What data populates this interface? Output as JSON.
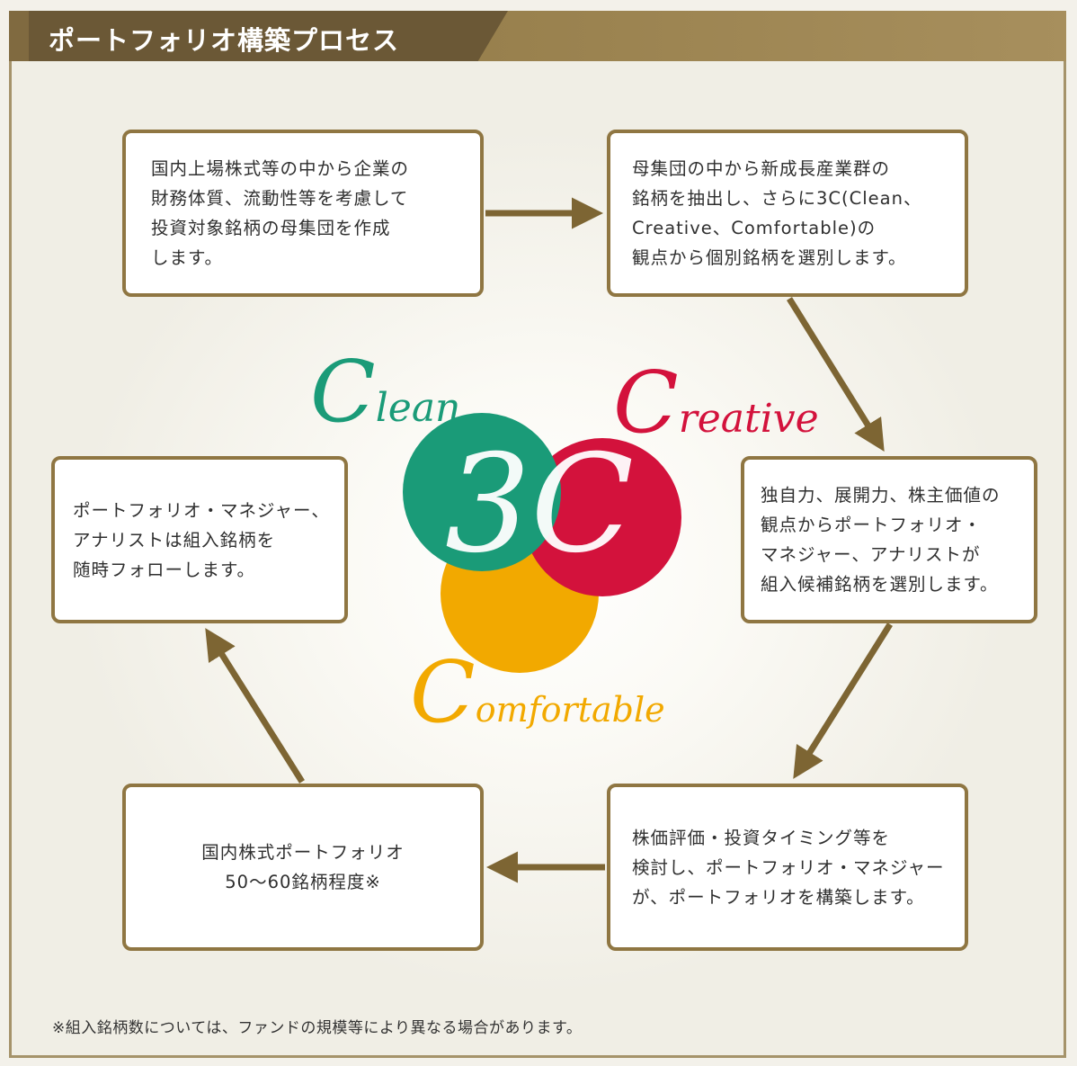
{
  "title": "ポートフォリオ構築プロセス",
  "steps": [
    {
      "lines": [
        "国内上場株式等の中から企業の",
        "財務体質、流動性等を考慮して",
        "投資対象銘柄の母集団を作成",
        "します。"
      ]
    },
    {
      "lines": [
        "母集団の中から新成長産業群の",
        "銘柄を抽出し、さらに3C(Clean、",
        "Creative、Comfortable)の",
        "観点から個別銘柄を選別します。"
      ]
    },
    {
      "lines": [
        "独自力、展開力、株主価値の",
        "観点からポートフォリオ・",
        "マネジャー、アナリストが",
        "組入候補銘柄を選別します。"
      ]
    },
    {
      "lines": [
        "株価評価・投資タイミング等を",
        "検討し、ポートフォリオ・マネジャー",
        "が、ポートフォリオを構築します。"
      ]
    },
    {
      "lines": [
        "国内株式ポートフォリオ",
        "50〜60銘柄程度※"
      ]
    },
    {
      "lines": [
        "ポートフォリオ・マネジャー、",
        "アナリストは組入銘柄を",
        "随時フォローします。"
      ]
    }
  ],
  "logo": {
    "center": "3C",
    "clean": {
      "initial": "C",
      "rest": "lean",
      "color": "#1a9b78"
    },
    "creative": {
      "initial": "C",
      "rest": "reative",
      "color": "#d3123c"
    },
    "comfortable": {
      "initial": "C",
      "rest": "omfortable",
      "color": "#f2a900"
    }
  },
  "colors": {
    "accent": "#8f7642",
    "arrow": "#7d6533"
  },
  "note": "※組入銘柄数については、ファンドの規模等により異なる場合があります。"
}
